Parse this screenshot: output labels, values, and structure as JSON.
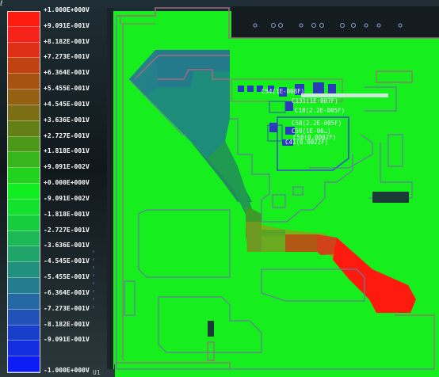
{
  "legend": {
    "entries": [
      {
        "label": "+1.000E+000V",
        "color": "#ff1a10"
      },
      {
        "label": "+9.091E-001V",
        "color": "#f4221a"
      },
      {
        "label": "+8.182E-001V",
        "color": "#dd3016"
      },
      {
        "label": "+7.273E-001V",
        "color": "#c04210"
      },
      {
        "label": "+6.364E-001V",
        "color": "#a85212"
      },
      {
        "label": "+5.455E-001V",
        "color": "#946014"
      },
      {
        "label": "+4.545E-001V",
        "color": "#7c6e14"
      },
      {
        "label": "+3.636E-001V",
        "color": "#628016"
      },
      {
        "label": "+2.727E-001V",
        "color": "#4c9818"
      },
      {
        "label": "+1.818E-001V",
        "color": "#36b61c"
      },
      {
        "label": "+9.091E-002V",
        "color": "#22d21e"
      },
      {
        "label": "+0.000E+000V",
        "color": "#10ee22"
      },
      {
        "label": "-9.091E-002V",
        "color": "#14e02e"
      },
      {
        "label": "-1.818E-001V",
        "color": "#18cc40"
      },
      {
        "label": "-2.727E-001V",
        "color": "#1cb856"
      },
      {
        "label": "-3.636E-001V",
        "color": "#20a46a"
      },
      {
        "label": "-4.545E-001V",
        "color": "#22907e"
      },
      {
        "label": "-5.455E-001V",
        "color": "#247c90"
      },
      {
        "label": "-6.364E-001V",
        "color": "#2468a4"
      },
      {
        "label": "-7.273E-001V",
        "color": "#2052b8"
      },
      {
        "label": "-8.182E-001V",
        "color": "#1a3ecc"
      },
      {
        "label": "-9.091E-001V",
        "color": "#142ee0"
      },
      {
        "label": "-1.000E+000V",
        "color": "#0c1ef4"
      }
    ]
  },
  "annotations": {
    "c1": "C131(1E-007F)",
    "c2": "C18(2.2E-005F)",
    "c3": "C58(2.2E-005F)",
    "c4": "C59(1E-00…)",
    "c5": "C58(0.0002F)",
    "c6": "C41(0.0022F)",
    "c7": "C54(1E-008F)"
  },
  "bottom_tag": "U1",
  "colors": {
    "board_green": "#16ee1e",
    "outline": "#6a7aa0",
    "mauve": "#a06a7c"
  }
}
